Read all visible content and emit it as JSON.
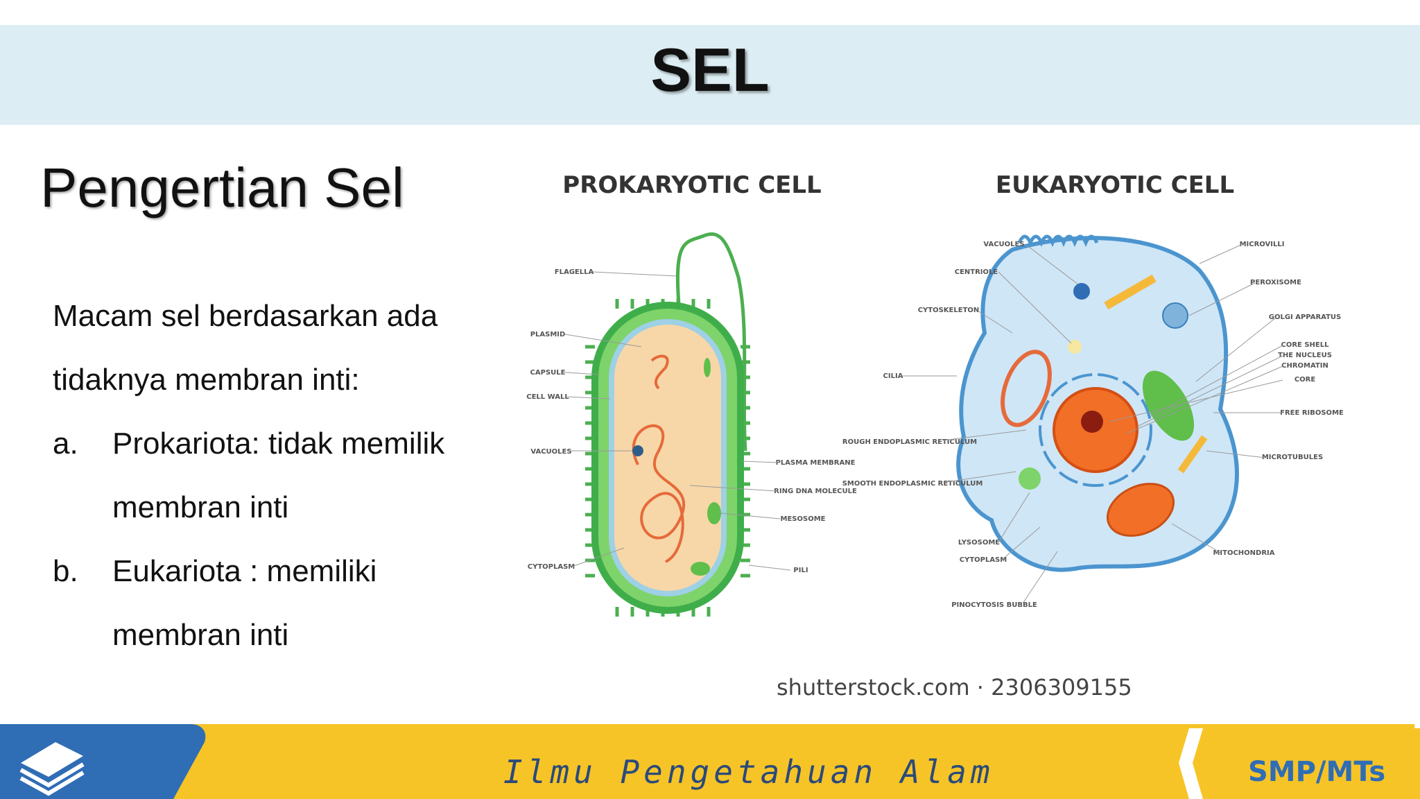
{
  "header": {
    "title": "SEL"
  },
  "section": {
    "title": "Pengertian Sel"
  },
  "content": {
    "intro_line1": "Macam sel berdasarkan ada",
    "intro_line2": "tidaknya membran inti:",
    "items": [
      {
        "marker": "a.",
        "line1": "Prokariota: tidak memilik",
        "line2": "membran inti"
      },
      {
        "marker": "b.",
        "line1": "Eukariota : memiliki",
        "line2": "membran inti"
      }
    ]
  },
  "diagram": {
    "prokaryotic": {
      "title": "PROKARYOTIC CELL",
      "labels": [
        "FLAGELLA",
        "PLASMID",
        "CAPSULE",
        "CELL WALL",
        "VACUOLES",
        "CYTOPLASM",
        "PLASMA MEMBRANE",
        "RING DNA MOLECULE",
        "MESOSOME",
        "PILI"
      ]
    },
    "eukaryotic": {
      "title": "EUKARYOTIC CELL",
      "labels": [
        "VACUOLES",
        "CENTRIOLE",
        "CYTOSKELETON",
        "CILIA",
        "ROUGH ENDOPLASMIC RETICULUM",
        "SMOOTH ENDOPLASMIC RETICULUM",
        "LYSOSOME",
        "CYTOPLASM",
        "PINOCYTOSIS BUBBLE",
        "MICROVILLI",
        "PEROXISOME",
        "GOLGI APPARATUS",
        "CORE SHELL",
        "THE NUCLEUS",
        "CHROMATIN",
        "CORE",
        "FREE RIBOSOME",
        "MICROTUBULES",
        "MITOCHONDRIA"
      ]
    },
    "credit": "shutterstock.com · 2306309155"
  },
  "footer": {
    "subject": "Ilmu Pengetahuan Alam",
    "level": "SMP/MTs"
  },
  "colors": {
    "title_band": "#dcedf3",
    "footer_yellow": "#f6c427",
    "footer_blue": "#2f6db5"
  }
}
